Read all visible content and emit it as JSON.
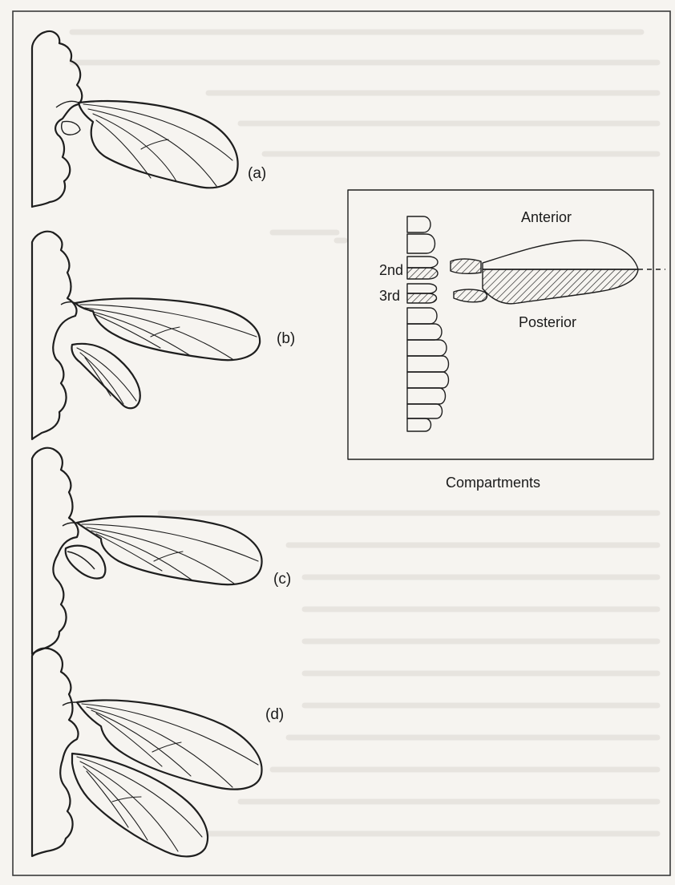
{
  "panels": [
    {
      "label": "(a)"
    },
    {
      "label": "(b)"
    },
    {
      "label": "(c)"
    },
    {
      "label": "(d)"
    }
  ],
  "inset": {
    "anterior_label": "Anterior",
    "posterior_label": "Posterior",
    "segment_labels": [
      "2nd",
      "3rd"
    ],
    "caption": "Compartments"
  }
}
